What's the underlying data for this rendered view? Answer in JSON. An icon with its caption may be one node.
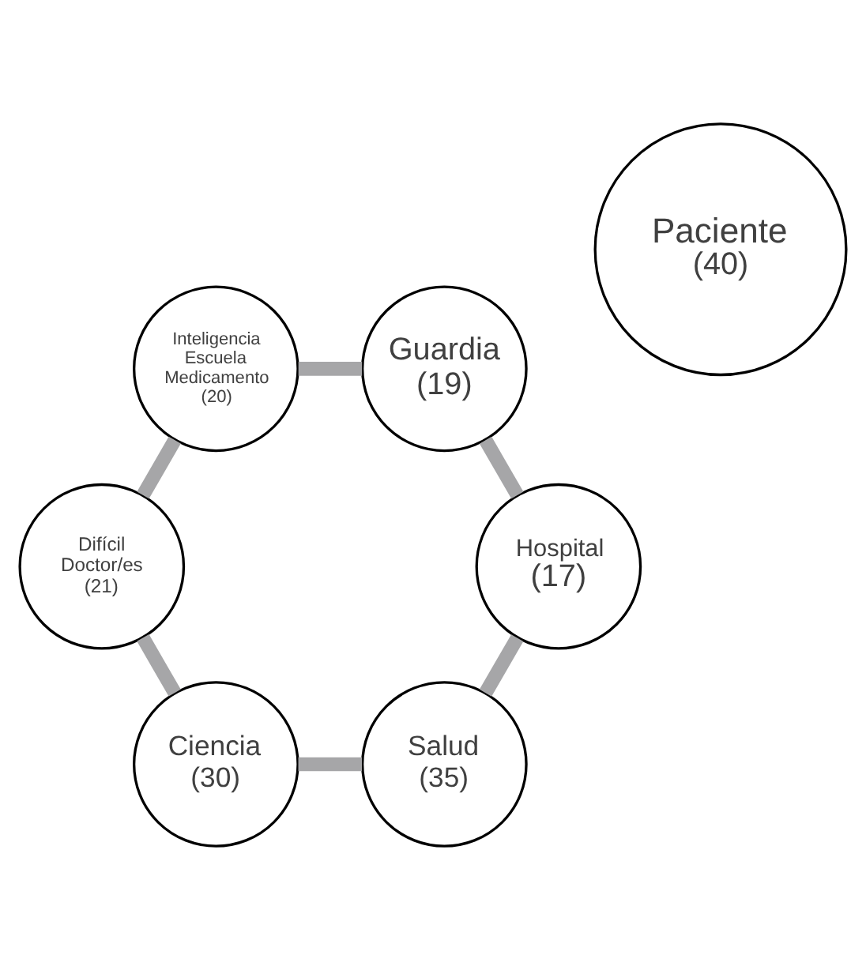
{
  "diagram": {
    "nodes": [
      {
        "text": [
          "Salud",
          "(35)"
        ]
      },
      {
        "text": [
          "Hospital",
          "(17)"
        ]
      },
      {
        "text": [
          "Ciencia",
          "(30)"
        ]
      },
      {
        "text": [
          "Paciente",
          "(40)"
        ]
      },
      {
        "text": [
          "Guardia",
          "(19)"
        ]
      },
      {
        "text": [
          "Difícil Doctor/es",
          "(21)"
        ]
      },
      {
        "text": [
          "Inteligencia Escuela Medicamento",
          "(20)"
        ]
      }
    ],
    "edges": [
      {
        "from": 0,
        "to": 2,
        "arrow": "none"
      },
      {
        "from": 2,
        "to": 5,
        "arrow": "none"
      },
      {
        "from": 5,
        "to": 6,
        "arrow": "none"
      },
      {
        "from": 6,
        "to": 4,
        "arrow": "none"
      },
      {
        "from": 4,
        "to": 1,
        "arrow": "none"
      },
      {
        "from": 1,
        "to": 0,
        "arrow": "none"
      }
    ]
  }
}
